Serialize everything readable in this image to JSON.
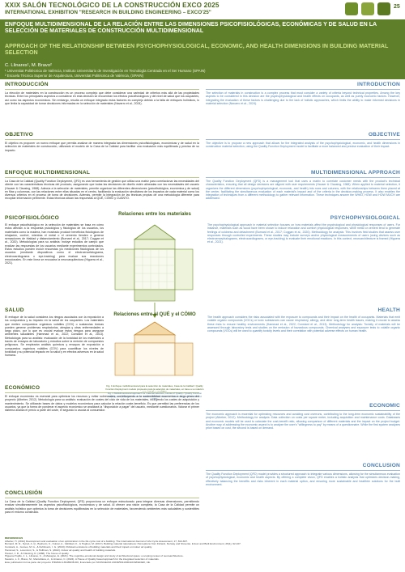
{
  "header": {
    "line1": "XXIX SALÓN TECNOLÓGICO DE LA CONSTRUCCIÓN EXCO 2025",
    "line2": "INTERNATIONAL EXHIBITION \"RESEARCH IN BUILDING ENGINEERING – EXCO'25\"",
    "logo_number": "25"
  },
  "title": {
    "es": "ENFOQUE MULTIDIMENSIONAL DE LA RELACIÓN ENTRE LAS DIMENSIONES PSICOFISIOLÓGICAS, ECONÓMICAS Y DE SALUD EN LA SELECCIÓN DE MATERIALES DE CONSTRUCCIÓN MULTIDIMENSIONAL",
    "en": "APPROACH OF THE RELATIONSHIP BETWEEN PSYCHOPHYSIOLOGICAL, ECONOMIC, AND HEALTH DIMENSIONS IN BUILDING MATERIAL SELECTION"
  },
  "authors": "C. Llinares¹, M. Bravo²",
  "affiliations": [
    "¹ Universitat Politècnica de València, Instituto Universitario de Investigación en Tecnología Centrada en el Ser Humano (SPAIN)",
    "² Escuela Técnica Superior de Arquitectura, Universitat Politècnica de València, (SPAIN)"
  ],
  "left": {
    "intro_h": "INTRODUCCIÓN",
    "intro_t": "La elección de materiales en la construcción es un proceso complejo que debe considerar una variedad de criterios más allá de las propiedades técnicas. Entre los principales aspectos a considerar en esta decisión se encuentran los efectos psicofisiológicos y del nivel de salud que los ocupantes, así como los aspectos económicos. Sin embargo, resulta un enfoque integrado estos factores es complejo debido a la falta de enfoques holísticos, lo que limita la capacidad de tomar decisiones informadas en la selección de materiales (Navarro et al., 2024).",
    "obj_h": "OBJETIVO",
    "obj_t": "El objetivo es proponer un nuevo enfoque que permita analizar de manera integrada las dimensiones psicofisiológicas, económicas y de salud en la selección de materiales de construcción, utilizando el modelo de la Casa de la Calidad para facilitar una evaluación más equilibrada y precisa de su impacto.",
    "multi_h": "ENFOQUE MULTIDIMENSIONAL",
    "multi_t": "La Casa de la Calidad (Quality Function Deployment, QFD) es una herramienta de gestión que utiliza una matriz para correlacionar las necesidades del cliente con las características técnicas del producto, asegurando que todas las decisiones de diseño estén alineadas con las necesidades del usuario (Hauser & Clausing, 1988). Adecúa a la selección de materiales, permite organizar las diferentes dimensiones (psicofisiológica, económica y de salud) en filas y columnas, con las relaciones entre ellas situadas en el centro, facilitando la evaluación simultánea de los impactos de cada material como los diversos criterios en el proceso de toma de decisiones. Además, permite la integración de las técnicas propias de una metodología diferente para recopilar información pertinente. Estas técnicas sitúan las respuestas al QUÉ, CÓMO y CUÁNTO.",
    "psico_h": "PSICOFISIOLÓGICO",
    "psico_t": "El enfoque psicofisiológico en la selección de materiales se basa en cómo estos afectan a la respuesta psicológica y fisiológica de los usuarios, los materiales como la madera, han mostrado producir beneficios fisiológicos de relajación, confort, mientras el metal o el cemento tienden a generar sensaciones de frialdad y distanciamiento (Burnard et al., 2017; Coggan et al., 2020). Metodologías para su análisis: incluye estudios de campo que evalúan las respuestas de los usuarios mediante experimentos controlados. Estos estudios pueden incluir encuestas y/o mediciones fisiológicas de los usuarios (mediante dispositivos como el electroencefalograma, electrocardiograma o eye-tracking) para evaluar sus reacciones emocionales. En este línea se encuadra la neuroarquitectura (Higuera et al., 2021).",
    "salud_h": "SALUD",
    "salud_t": "El enfoque de la salud considera los riesgos asociados con la exposición a los compuestos y su impacto en la salud de los ocupantes. Los materiales que emiten compuestos orgánicos volátiles (COV) o sustancias tóxicas pueden generar problemas respiratorios, alergias y otras enfermedades a largo plazo, por lo que es crucial evaluar estos riesgos para asegurar ambientes saludables (Hammad et al., 2022; Constant et al., 2013). Metodología para su análisis: evaluación de la toxicidad de los materiales a través de ensayos de laboratorio y estudios sobre la emisión de compuestos peligrosos. Se emplearán análisis químicos y ensayos de exposición a compuestos orgánicos volátiles (COV) para cuantificar los niveles de toxicidad y su potencial impacto en la salud y en efectos adversos en la salud humana.",
    "eco_h": "ECONÓMICO",
    "eco_t": "El enfoque económico es esencial para optimizar los recursos y evitar sobrecostes, contribuyendo a la sostenibilidad económica a largo plazo del proyecto (Albeber, 2012). Metodología para su análisis: evaluación de costes del ciclo de vida de los materiales, incluyendo los costes de adquisición y mantenimiento. Se utilizarán bases de datos y modelos económicos para calcular la relación coste-beneficio. Es que permitirá las preferencias de los usuarios, ya que la forma de ponderar el aspecto económico se analizará la \"disposición a pagar\" del usuario, mediante cuestionarios. Valorar el primer sistema analiza el precio a partir del coste, el segundo lo asocia al consumidor.",
    "concl_h": "CONCLUSIÓN",
    "concl_t": "La Casa de la Calidad (Quality Function Deployment, QFD) proporciona un enfoque estructurado para integrar diversas dimensiones, permitiendo evaluar simultáneamente los aspectos psicofisiológicos, económicos y de salud. Al ofrecer una visión completa, la Casa de la Calidad permite un análisis holístico que optimiza la toma de decisiones equilibradas en la selección de materiales, favoreciendo ambientes más saludables y sostenibles para el entorno construido."
  },
  "right": {
    "intro_h": "INTRODUCTION",
    "intro_t": "The selection of materials in construction is a complex process that must consider a variety of criteria beyond technical properties. Among the key aspects to be considered in this decision are the psychophysiological and health effects on occupants, as well as purely economic factors. However, integrating the evaluation of these factors is challenging due to the lack of holistic approaches, which limits the ability to make informed decisions in material selection (Navarro et al., 2024).",
    "obj_h": "OBJECTIVE",
    "obj_t": "The objective is to propose a new approach that allows for the integrated analysis of the psychophysiological, economic, and health dimensions in construction material selection, using the Quality Function Deployment model to facilitate a more balanced and precise evaluation of their impact.",
    "multi_h": "MULTIDIMENSIONAL APPROACH",
    "multi_t": "The Quality Function Deployment (QFD) is a management tool that uses a matrix to correlate customer needs with the product's technical characteristics, ensuring that all design decisions are aligned with user requirements (Hauser & Clausing, 1988). When applied to material selection, it organizes the different dimensions (psychophysiological, economic, and health) into rows and columns, with the relationships between them placed at the center, facilitating the simultaneous evaluation of each material's impact and of the criteria in the decision-making process. It also enables the integration of techniques from a different methodology to gather relevant information. These techniques answer the WHAT, HOW and HOW MUCH are addressed.",
    "psico_h": "PSYCHOPHYSIOLOGICAL",
    "psico_t": "The psychophysiological approach in material selection focuses on how materials affect the psychological and physiological responses of users. For instance, materials such as wood have been shown to induce relaxation and comfort physiological responses, while metal or cement tend to generate feelings of coldness and detachment (Burnard et al., 2017; Coggan et al., 2020). Methodology for analysis: This involves field studies that assess user responses through controlled experiments. These studies may include surveys and/or physiological measurements of users (using devices such as electroencephalograms, electrocardiograms, or eye-tracking) to evaluate their emotional reactions. In this context, neuroarchitecture is framed (Higuera et al., 2021).",
    "health_h": "HEALTH",
    "health_t": "The health approach considers the risks associated with the exposure to compounds and their impact on the health of occupants. Materials that emit volatile organic compounds (VOCs) or toxic substances can cause respiratory, allergy, and other long-term health issues, making it crucial to assess these risks to ensure healthy environments (Hammad et al., 2022; Constant et al., 2013). Methodology for analysis: Toxicity of materials will be assessed through laboratory tests and studies on the emission of hazardous compounds. Chemical analyses and exposure tests to volatile organic compounds (VOCs) will be used to quantify toxicity levels and their correlation with potential adverse effects on human health.",
    "eco_h": "ECONOMIC",
    "eco_t": "The economic approach is essential for optimizing resources and avoiding cost overruns, contributing to the long-term economic sustainability of the project (Albeber, 2012). Methodology for analysis: Data collection on costs per square meter, including acquisition and maintenance costs. Databases and economic models will be used to calculate the cost-benefit ratio, allowing comparison of different materials and the impact on the project budget. Another way of addressing the economic aspect is to analyze the user's \"willingness to pay\" by means of a questionnaire. While the first system analyzes price based on cost, the second is based on demand.",
    "concl_h": "CONCLUSION",
    "concl_t": "The Quality Function Deployment (QFD) model provides a structured approach to integrate various dimensions, allowing for the simultaneous evaluation of psychophysiological, economic and health aspects. By offering a complete vision, QFD enables a holistic analysis that optimizes decision-making, effectively balancing the benefits and risks inherent in each material option, and ensuring more sustainable and healthier solutions for the built environment."
  },
  "figure": {
    "label_top": "Relaciones entre los materiales",
    "label_bottom": "Relaciones entre el QUÉ y el CÓMO",
    "caption_es": "Fig. 1 Enfoque multidimensional para la selección de materiales, Casa de la Calidad / Quality Function Deployment modelo propuesto para la selección de materiales, en base a su relación con el QUÉ y el CÓMO.",
    "caption_en": "Fig. 1 Multidimensional approach for material selection, House of Quality / Quality Function Deployment, proposed model for material selection based on relationships with WHAT and HOW."
  },
  "references": {
    "heading": "REFERENCIAS",
    "items": [
      "Albeber, H. (2012) Development and evaluation of an optimization in the life cycle cost of a building. The International Journal of Life Cycle Assessment, 17, 814-827.",
      "Burnard, M. D., Nyrud, A. Q., Bysheim, K., Kutnar, A., Vahtikari, K., & Hughes, M. (2017). Building material naturalness: Perceptions from Finland, Norway and Slovenia. Indoor and Built Environment, 26(1), 92-107.",
      "Constant, A., Gomes, M. G., & Kuhlmann, I. G. (2013). Pollutant emissions of building materials and their impact on indoor air quality.",
      "Hammad, S., Lorenzoni, S., & Hoffman, S. (2022). Indoor air quality and health of building materials.",
      "Hauser, J. R., & Clausing, D. (1988). The house of quality.",
      "Higuera-Trujillo, J. L., Llinares, C., & Macagno, E. (2021). The cognitive-emotional design and study of architectural space: a scoping review of neuroarchitecture.",
      "Navarro, L. F., Bravo, M., Montañana, A., & Llinares, C. (2024). A House of Quality based approach for the integrated selection of materials."
    ],
    "funding": "Este publicación forma parte del proyecto PID2022-136489OB-I00, financiado por MCIN/AEI/10.13039/501100011033/FEDER, UE."
  }
}
